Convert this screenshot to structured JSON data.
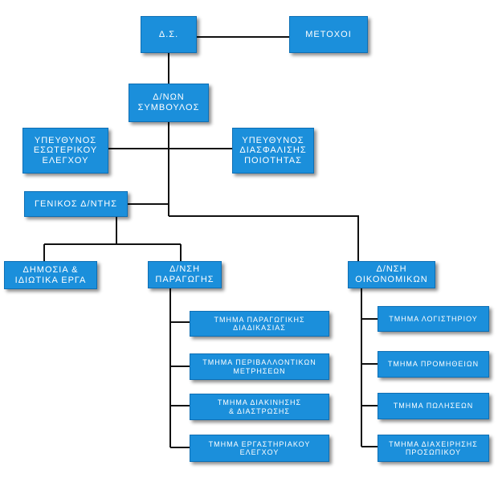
{
  "org_chart": {
    "nodes": {
      "ds": "Δ.Σ.",
      "metoxoi": "ΜΕΤΟΧΟΙ",
      "dnon_symvoulos": "Δ/ΝΩΝ\nΣΥΜΒΟΥΛΟΣ",
      "ypeuthynos_eleghou": "ΥΠΕΥΘΥΝΟΣ\nΕΣΩΤΕΡΙΚΟΥ\nΕΛΕΓΧΟΥ",
      "ypeuthynos_poiotitas": "ΥΠΕΥΘΥΝΟΣ\nΔΙΑΣΦΑΛΙΣΗΣ\nΠΟΙΟΤΗΤΑΣ",
      "genikos_dntis": "ΓΕΝΙΚΟΣ Δ/ΝΤΗΣ",
      "dimosia_erga": "ΔΗΜΟΣΙΑ &\nΙΔΙΩΤΙΚΑ ΕΡΓΑ",
      "dnsi_paragogis": "Δ/ΝΣΗ\nΠΑΡΑΓΩΓΗΣ",
      "dnsi_oikonomikon": "Δ/ΝΣΗ\nΟΙΚΟΝΟΜΙΚΩΝ",
      "tmima_paragogikis": "ΤΜΗΜΑ ΠΑΡΑΓΩΓΙΚΗΣ\nΔΙΑΔΙΚΑΣΙΑΣ",
      "tmima_perivallontikon": "ΤΜΗΜΑ ΠΕΡΙΒΑΛΛΟΝΤΙΚΩΝ\nΜΕΤΡΗΣΕΩΝ",
      "tmima_diakinisis": "ΤΜΗΜΑ ΔΙΑΚΙΝΗΣΗΣ\n& ΔΙΑΣΤΡΩΣΗΣ",
      "tmima_ergastiriakou": "ΤΜΗΜΑ ΕΡΓΑΣΤΗΡΙΑΚΟΥ\nΕΛΕΓΧΟΥ",
      "tmima_logistiriou": "ΤΜΗΜΑ ΛΟΓΙΣΤΗΡΙΟΥ",
      "tmima_promitheion": "ΤΜΗΜΑ ΠΡΟΜΗΘΕΙΩΝ",
      "tmima_poliseon": "ΤΜΗΜΑ ΠΩΛΗΣΕΩΝ",
      "tmima_diaxeirisis": "ΤΜΗΜΑ ΔΙΑΧΕΙΡΗΣΗΣ\nΠΡΟΣΩΠΙΚΟΥ"
    },
    "colors": {
      "box_fill": "#1b8fdb",
      "box_border": "#0d6fb5",
      "text": "#ffffff",
      "connector": "#111111"
    }
  }
}
